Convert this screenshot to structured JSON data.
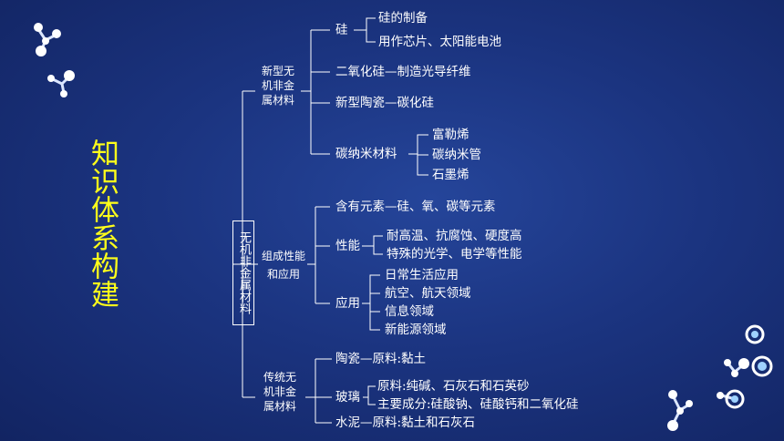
{
  "title": "知识体系构建",
  "root": "无机非金属材料",
  "branches": {
    "new_materials": {
      "label": "新型无机非金属材料",
      "label_lines": [
        "新型无",
        "机非金",
        "属材料"
      ],
      "silicon": {
        "label": "硅",
        "items": [
          "硅的制备",
          "用作芯片、太阳能电池"
        ]
      },
      "sio2": "二氧化硅—制造光导纤维",
      "ceramics": "新型陶瓷—碳化硅",
      "carbon_nano": {
        "label": "碳纳米材料",
        "items": [
          "富勒烯",
          "碳纳米管",
          "石墨烯"
        ]
      }
    },
    "composition": {
      "label_lines": [
        "组成性能",
        "和应用"
      ],
      "elements": "含有元素—硅、氧、碳等元素",
      "performance": {
        "label": "性能",
        "items": [
          "耐高温、抗腐蚀、硬度高",
          "特殊的光学、电学等性能"
        ]
      },
      "application": {
        "label": "应用",
        "items": [
          "日常生活应用",
          "航空、航天领域",
          "信息领域",
          "新能源领域"
        ]
      }
    },
    "traditional": {
      "label_lines": [
        "传统无",
        "机非金",
        "属材料"
      ],
      "ceramic": "陶瓷—原料:黏土",
      "glass": {
        "label": "玻璃",
        "items": [
          "原料:纯碱、石灰石和石英砂",
          "主要成分:硅酸钠、硅酸钙和二氧化硅"
        ]
      },
      "cement": "水泥—原料:黏土和石灰石"
    }
  },
  "colors": {
    "title": "#ffff1a",
    "background": "#1b3480",
    "lines": "#ffffff"
  },
  "decorations": [
    "molecule-icon",
    "molecule-icon",
    "ring-icon",
    "molecule-icon",
    "ring-icon",
    "molecule-icon"
  ]
}
